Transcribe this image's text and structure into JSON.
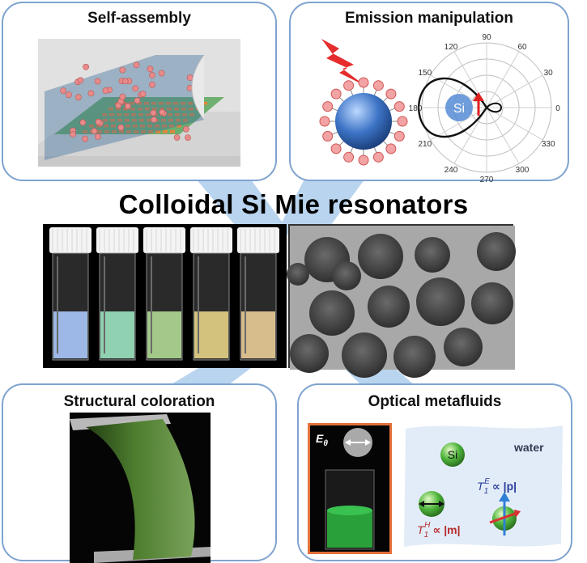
{
  "main_title": "Colloidal Si Mie resonators",
  "panels": {
    "self_assembly": {
      "title": "Self-assembly"
    },
    "emission": {
      "title": "Emission manipulation",
      "particle_label": "Si",
      "angles": [
        "90",
        "60",
        "30",
        "0",
        "330",
        "300",
        "270",
        "240",
        "210",
        "180",
        "150",
        "120"
      ]
    },
    "coloration": {
      "title": "Structural coloration"
    },
    "metafluids": {
      "title": "Optical metafluids",
      "field_label": "E",
      "field_subscript": "θ",
      "si_label": "Si",
      "medium_label": "water",
      "electric_term_T": "T",
      "electric_term_sub": "1",
      "electric_term_sup": "E",
      "electric_term_rel": "∝ |p|",
      "magnetic_term_T": "T",
      "magnetic_term_sub": "1",
      "magnetic_term_sup": "H",
      "magnetic_term_rel": "∝ |m|"
    }
  },
  "colors": {
    "panel_border": "#7fa3cf",
    "connector": "#b9d4ee",
    "si_particle": "#5b8fd6",
    "dipole_arrow": "#e02020",
    "green_particle": "#62c24a",
    "water": "#e2ecf8"
  },
  "vials": [
    {
      "liquid": "#9db8e6"
    },
    {
      "liquid": "#8fd1b0"
    },
    {
      "liquid": "#a3c98a"
    },
    {
      "liquid": "#d2c27e"
    },
    {
      "liquid": "#d8bd8c"
    }
  ]
}
